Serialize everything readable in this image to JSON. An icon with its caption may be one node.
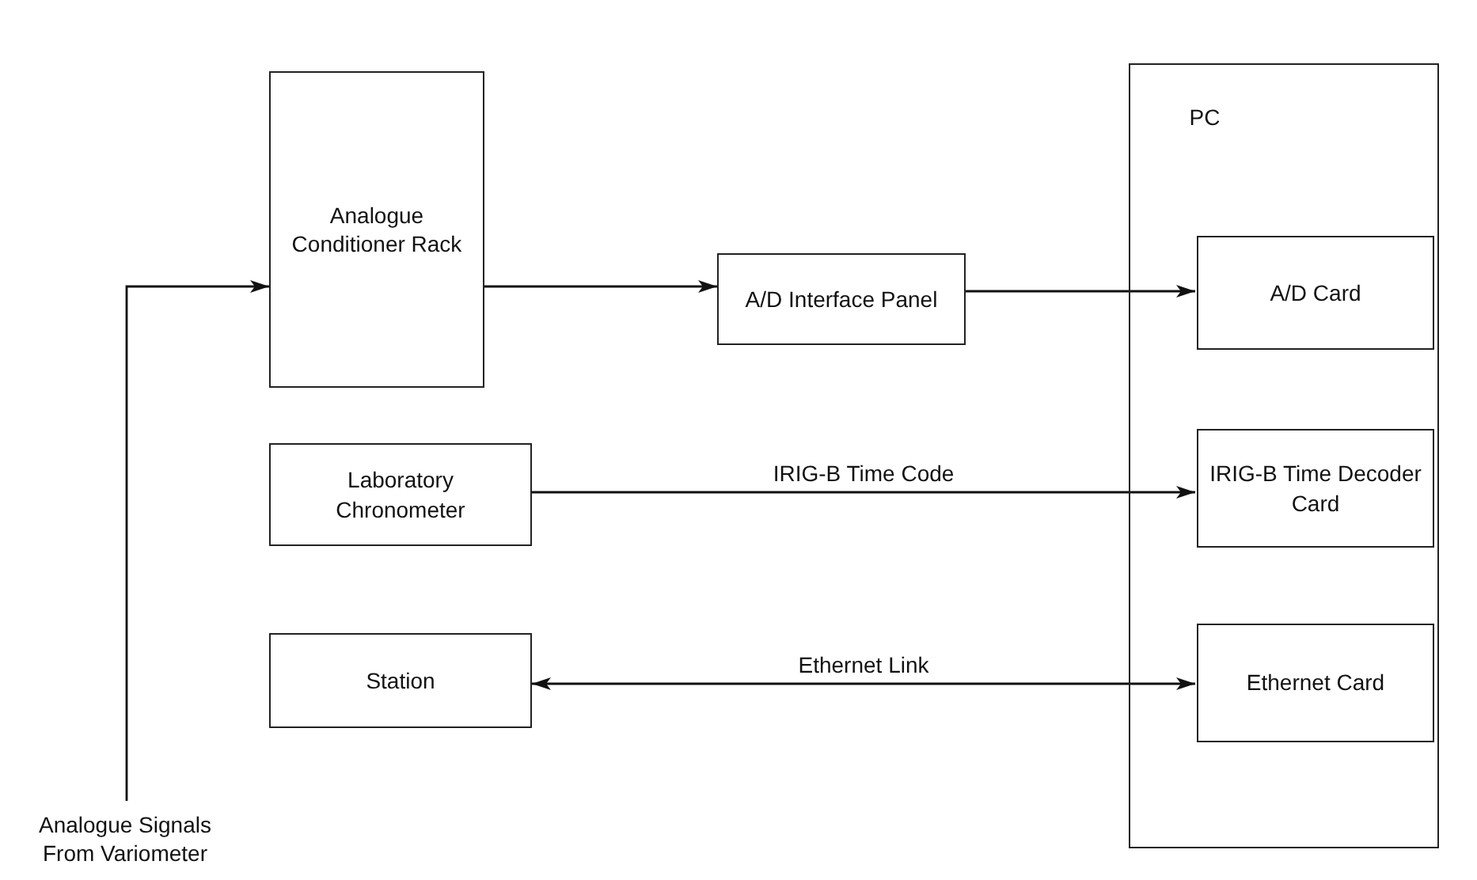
{
  "diagram": {
    "nodes": [
      {
        "text": [
          "Analogue Conditioner Rack"
        ]
      },
      {
        "text": [
          "A/D Interface Panel"
        ]
      },
      {
        "text": [
          "PC"
        ]
      },
      {
        "text": [
          "A/D Card"
        ],
        "in": 2
      },
      {
        "text": [
          "Laboratory Chronometer"
        ]
      },
      {
        "text": [
          "IRIG-B Time Decoder Card"
        ],
        "in": 2
      },
      {
        "text": [
          "Station"
        ]
      },
      {
        "text": [
          "Ethernet Card"
        ],
        "in": 2
      },
      {
        "text": [
          "Analogue Signals From Variometer"
        ]
      }
    ],
    "edges": [
      {
        "from": 8,
        "to": 0,
        "arrow": "to"
      },
      {
        "from": 0,
        "to": 1,
        "arrow": "to"
      },
      {
        "from": 1,
        "to": 3,
        "arrow": "to"
      },
      {
        "from": 4,
        "to": 5,
        "arrow": "to",
        "label": "IRIG-B Time Code"
      },
      {
        "from": 6,
        "to": 7,
        "arrow": "both",
        "label": "Ethernet Link"
      }
    ]
  }
}
